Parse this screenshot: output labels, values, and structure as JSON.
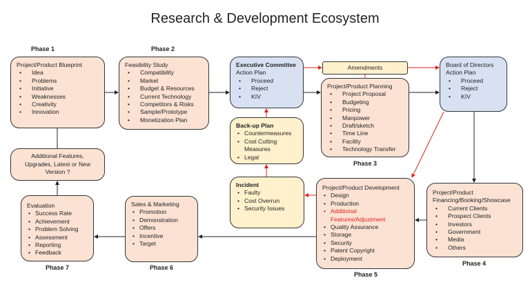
{
  "title": "Research & Development Ecosystem",
  "phases": [
    "Phase 1",
    "Phase 2",
    "Phase 3",
    "Phase 4",
    "Phase 5",
    "Phase 6",
    "Phase 7"
  ],
  "boxes": {
    "blueprint": {
      "heading": "Project/Product Blueprint",
      "items": [
        "Idea",
        "Problems",
        "Initiative",
        "Weaknesses",
        "Creativity",
        "Innovation"
      ]
    },
    "feasibility": {
      "heading": "Feasibility Study",
      "items": [
        "Compatibility",
        "Market",
        "Budget & Resources",
        "Current Technology",
        "Competitors & Risks",
        "Sample/Prototype",
        "Monetization Plan"
      ]
    },
    "executive": {
      "heading": "Executive Committee",
      "subheading": "Action Plan",
      "items": [
        "Proceed",
        "Reject",
        "KIV"
      ]
    },
    "amendments": {
      "heading": "Amendments"
    },
    "planning": {
      "heading": "Project/Product Planning",
      "items": [
        "Project Proposal",
        "Budgeting",
        "Pricing",
        "Manpower",
        "Draft/sketch",
        "Time Line",
        "Facility",
        "Technology Transfer"
      ]
    },
    "board": {
      "heading": "Board of Directors",
      "subheading": "Action Plan",
      "items": [
        "Proceed",
        "Reject",
        "KIV"
      ]
    },
    "backup": {
      "heading": "Back-up Plan",
      "items": [
        "Countermeasures",
        "Cost Cutting Measures",
        "Legal"
      ]
    },
    "incident": {
      "heading": "Incident",
      "items": [
        "Faulty",
        "Cost Overrun",
        "Security Issues"
      ]
    },
    "additional": {
      "heading": "Additional Features, Upgrades, Latest or New Version ?"
    },
    "evaluation": {
      "heading": "Evaluation",
      "items": [
        "Success Rate",
        "Achievement",
        "Problem Solving",
        "Assessment",
        "Reporting",
        "Feedback"
      ]
    },
    "sales": {
      "heading": "Sales & Marketing",
      "items": [
        "Promotion",
        "Demonstration",
        "Offers",
        "Incentive",
        "Target"
      ]
    },
    "development": {
      "heading": "Project/Product Development",
      "items": [
        "Design",
        "Production",
        "Additional Features/Adjustment",
        "Quality Assurance",
        "Storage",
        "Security",
        "Patent Copyright",
        "Deployment"
      ],
      "highlighted_item": 2
    },
    "financing": {
      "heading": "Project/Product",
      "subheading": "Financing/Booking/Showcase",
      "items": [
        "Current Clients",
        "Prospect Clients",
        "Investors",
        "Government",
        "Media",
        "Others"
      ]
    }
  },
  "colors": {
    "peach": "#fbe2d3",
    "blue": "#d8e1f1",
    "yellow": "#fff1cc",
    "red_arrow": "#e0201b",
    "black_arrow": "#222222"
  }
}
